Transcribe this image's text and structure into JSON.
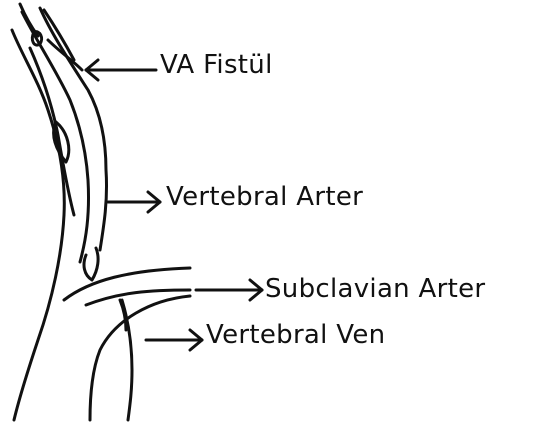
{
  "diagram": {
    "labels": {
      "fistul": "VA Fistül",
      "vertebral_arter": "Vertebral Arter",
      "subclavian_arter": "Subclavian Arter",
      "vertebral_ven": "Vertebral Ven"
    },
    "colors": {
      "ink": "#111111",
      "background": "#ffffff"
    }
  }
}
